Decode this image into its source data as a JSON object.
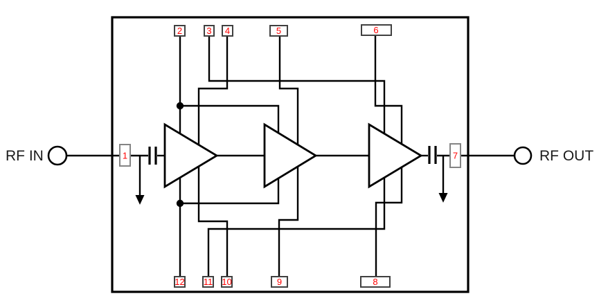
{
  "diagram": {
    "type": "rf-amplifier-functional-block-diagram",
    "description": "Functional diagram of a 12-pin MMIC RF amplifier with three cascaded gain stages, DC-block capacitors and bias feed lines",
    "labels": {
      "rf_in": "RF IN",
      "rf_out": "RF OUT"
    },
    "pins": [
      {
        "number": "1",
        "side": "left"
      },
      {
        "number": "2",
        "side": "top"
      },
      {
        "number": "3",
        "side": "top"
      },
      {
        "number": "4",
        "side": "top"
      },
      {
        "number": "5",
        "side": "top"
      },
      {
        "number": "6",
        "side": "top"
      },
      {
        "number": "7",
        "side": "right"
      },
      {
        "number": "8",
        "side": "bottom"
      },
      {
        "number": "9",
        "side": "bottom"
      },
      {
        "number": "10",
        "side": "bottom"
      },
      {
        "number": "11",
        "side": "bottom"
      },
      {
        "number": "12",
        "side": "bottom"
      }
    ],
    "amplifier_stages": 3,
    "capacitors": 2,
    "ground_arrows": 2,
    "junction_dots": 2,
    "connections": [
      "RF IN -> pin 1 -> DC block capacitor -> stage 1 input",
      "stage 1 -> stage 2 -> stage 3",
      "stage 3 output -> DC block capacitor -> pin 7 -> RF OUT",
      "pin 2 <-> pin 12 (vertical line through stage 1, two junction dots)",
      "pin 3 <-> pin 11",
      "pin 4 <-> pin 10",
      "pin 5 <-> pin 9",
      "pin 6 <-> pin 8",
      "feedback loop rectangle between the two junction dots around stage 1"
    ],
    "colors": {
      "background": "#ffffff",
      "wire": "#000000",
      "pin_number": "#ff0000",
      "pin_box_border": "#404040",
      "side_pin_box_border": "#848484",
      "port_label": "#1a1a1a"
    }
  }
}
